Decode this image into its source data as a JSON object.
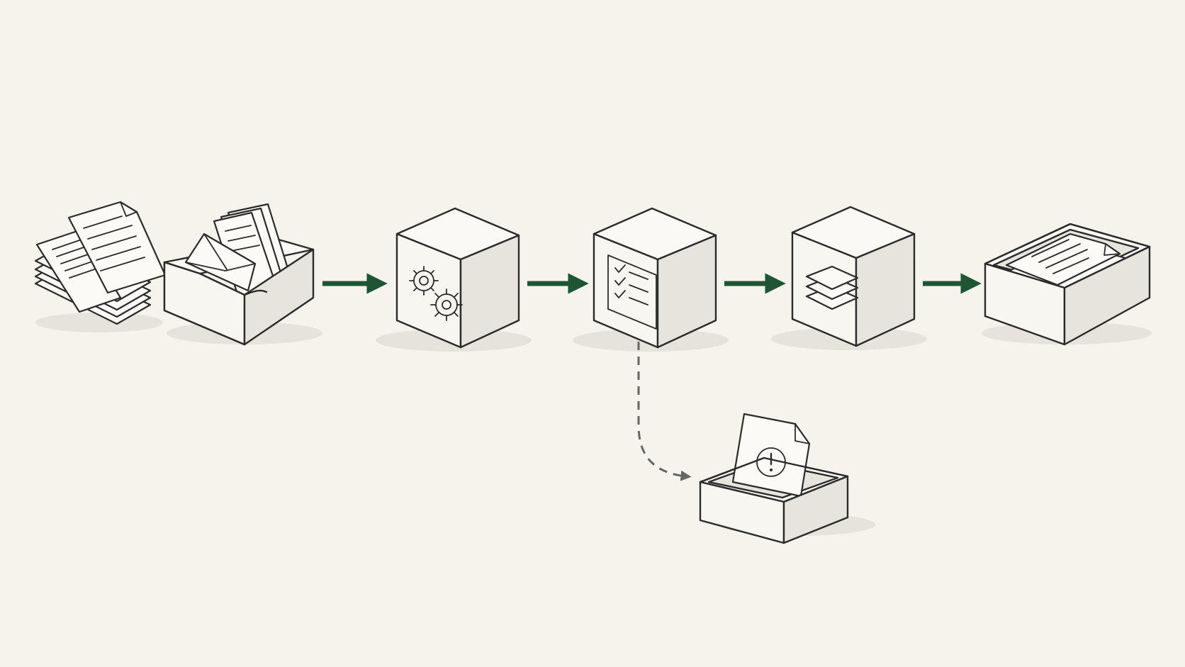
{
  "diagram": {
    "nodes": [
      {
        "id": "sources",
        "icon": "document-stack-icon"
      },
      {
        "id": "intake",
        "icon": "intake-tray-icon"
      },
      {
        "id": "process",
        "icon": "gears-icon"
      },
      {
        "id": "validate",
        "icon": "checklist-icon"
      },
      {
        "id": "merge",
        "icon": "layers-icon"
      },
      {
        "id": "output",
        "icon": "output-tray-icon"
      },
      {
        "id": "exceptions",
        "icon": "exception-tray-icon"
      }
    ],
    "edges": [
      {
        "from": "intake",
        "to": "process",
        "style": "solid"
      },
      {
        "from": "process",
        "to": "validate",
        "style": "solid"
      },
      {
        "from": "validate",
        "to": "merge",
        "style": "solid"
      },
      {
        "from": "merge",
        "to": "output",
        "style": "solid"
      },
      {
        "from": "validate",
        "to": "exceptions",
        "style": "dashed"
      }
    ],
    "colors": {
      "background": "#f5f3ec",
      "ink": "#2b2b2b",
      "main_arrow": "#1f5535",
      "exception_arrow": "#666666"
    }
  }
}
